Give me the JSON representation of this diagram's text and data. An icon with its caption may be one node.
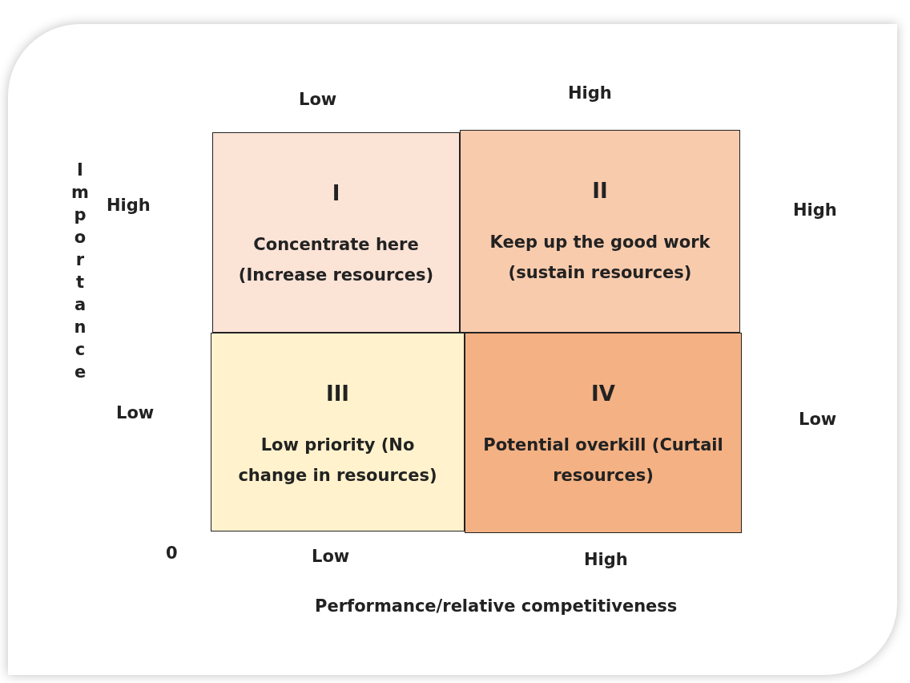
{
  "diagram": {
    "nodes": [
      {
        "text": [
          "I",
          "Concentrate here (Increase resources)"
        ]
      },
      {
        "text": [
          "II",
          "Keep up the good work (sustain resources)"
        ]
      },
      {
        "text": [
          "III",
          "Low priority (No change in resources)"
        ]
      },
      {
        "text": [
          "IV",
          "Potential overkill (Curtail resources)"
        ]
      }
    ],
    "edges": [],
    "labels": [
      "Low",
      "High",
      "Importance",
      "High",
      "High",
      "Low",
      "Low",
      "0",
      "Low",
      "High",
      "Performance/relative competitiveness"
    ]
  }
}
